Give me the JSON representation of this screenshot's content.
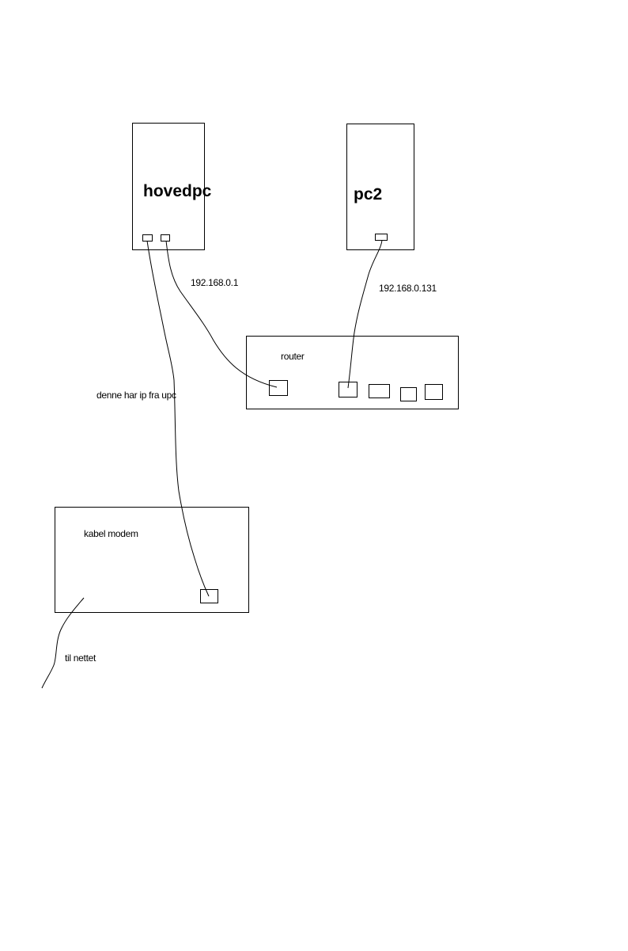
{
  "diagram": {
    "devices": {
      "main_pc": {
        "label": "hovedpc"
      },
      "pc2": {
        "label": "pc2"
      },
      "router": {
        "label": "router"
      },
      "cable_modem": {
        "label": "kabel modem"
      }
    },
    "annotations": {
      "main_pc_ip": "192.168.0.1",
      "pc2_ip": "192.168.0.131",
      "upc_note": "denne har ip fra upc",
      "internet_note": "til nettet"
    }
  }
}
